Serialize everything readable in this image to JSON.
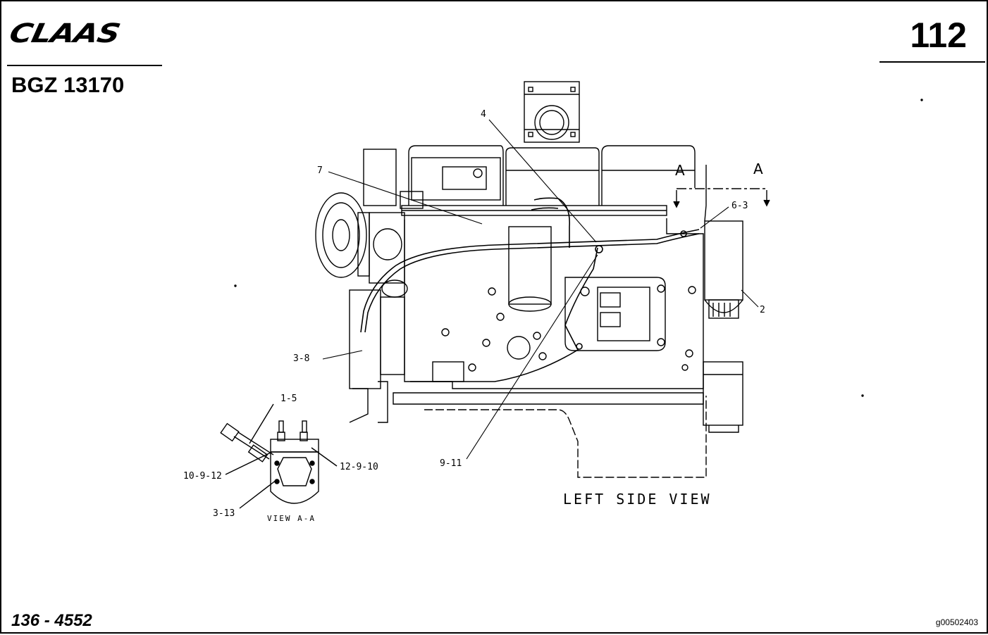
{
  "header": {
    "brand": "CLAAS",
    "page_number": "112",
    "document_code": "BGZ 13170"
  },
  "footer": {
    "part_number": "136 - 4552",
    "drawing_id": "g00502403"
  },
  "drawing": {
    "main_view_label": "LEFT SIDE VIEW",
    "detail_view_label": "VIEW A-A",
    "section_marker": "A",
    "callouts": {
      "c4": "4",
      "c7": "7",
      "c6_3": "6-3",
      "c2": "2",
      "c3_8": "3-8",
      "c9_11": "9-11",
      "c1_5": "1-5",
      "c10_9_12": "10-9-12",
      "c12_9_10": "12-9-10",
      "c3_13": "3-13"
    }
  }
}
